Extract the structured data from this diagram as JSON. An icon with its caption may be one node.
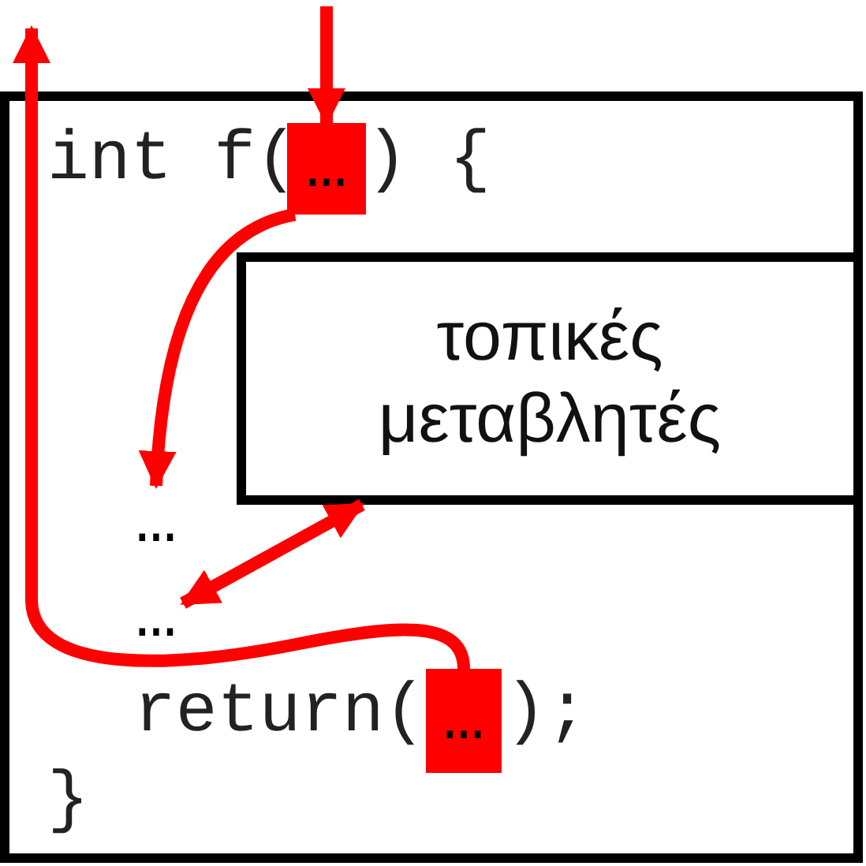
{
  "diagram": {
    "nodes": [
      {
        "text": [],
        "shape": "box"
      },
      {
        "text": [
          "…"
        ],
        "in": 0
      },
      {
        "text": [
          "τοπικές μεταβλητές"
        ],
        "in": 0
      },
      {
        "text": [
          "…"
        ],
        "in": 0
      },
      {
        "text": [
          "…"
        ],
        "in": 0
      },
      {
        "text": [
          "…"
        ],
        "in": 0
      }
    ],
    "edges": [
      {
        "from": null,
        "to": 1,
        "arrow": "to"
      },
      {
        "from": 1,
        "to": 3,
        "arrow": "to"
      },
      {
        "from": 2,
        "to": 4,
        "arrow": "both"
      },
      {
        "from": 5,
        "to": null,
        "arrow": "to"
      }
    ],
    "labels": [
      "int f(",
      ") {",
      "return(",
      ");",
      "}"
    ]
  }
}
